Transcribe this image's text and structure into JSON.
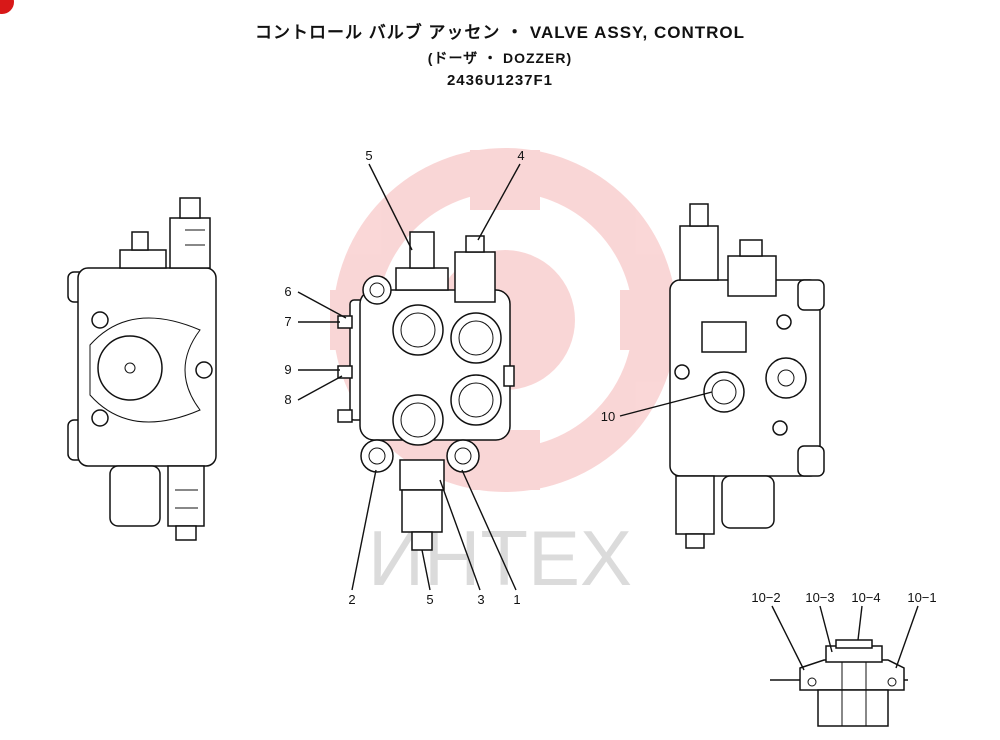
{
  "header": {
    "title": "コントロール バルブ アッセン ・ VALVE ASSY, CONTROL",
    "subtitle": "(ドーザ ・ DOZZER)",
    "part_number": "2436U1237F1"
  },
  "watermark": {
    "text": "ИНТЕХ",
    "color": "#e84a4a"
  },
  "callouts": {
    "c1": "1",
    "c2": "2",
    "c3": "3",
    "c4": "4",
    "c5_top": "5",
    "c5_bottom": "5",
    "c6": "6",
    "c7": "7",
    "c8": "8",
    "c9": "9",
    "c10": "10",
    "c10_1": "10−1",
    "c10_2": "10−2",
    "c10_3": "10−3",
    "c10_4": "10−4"
  },
  "colors": {
    "line": "#111111",
    "badge": "#d81818"
  }
}
